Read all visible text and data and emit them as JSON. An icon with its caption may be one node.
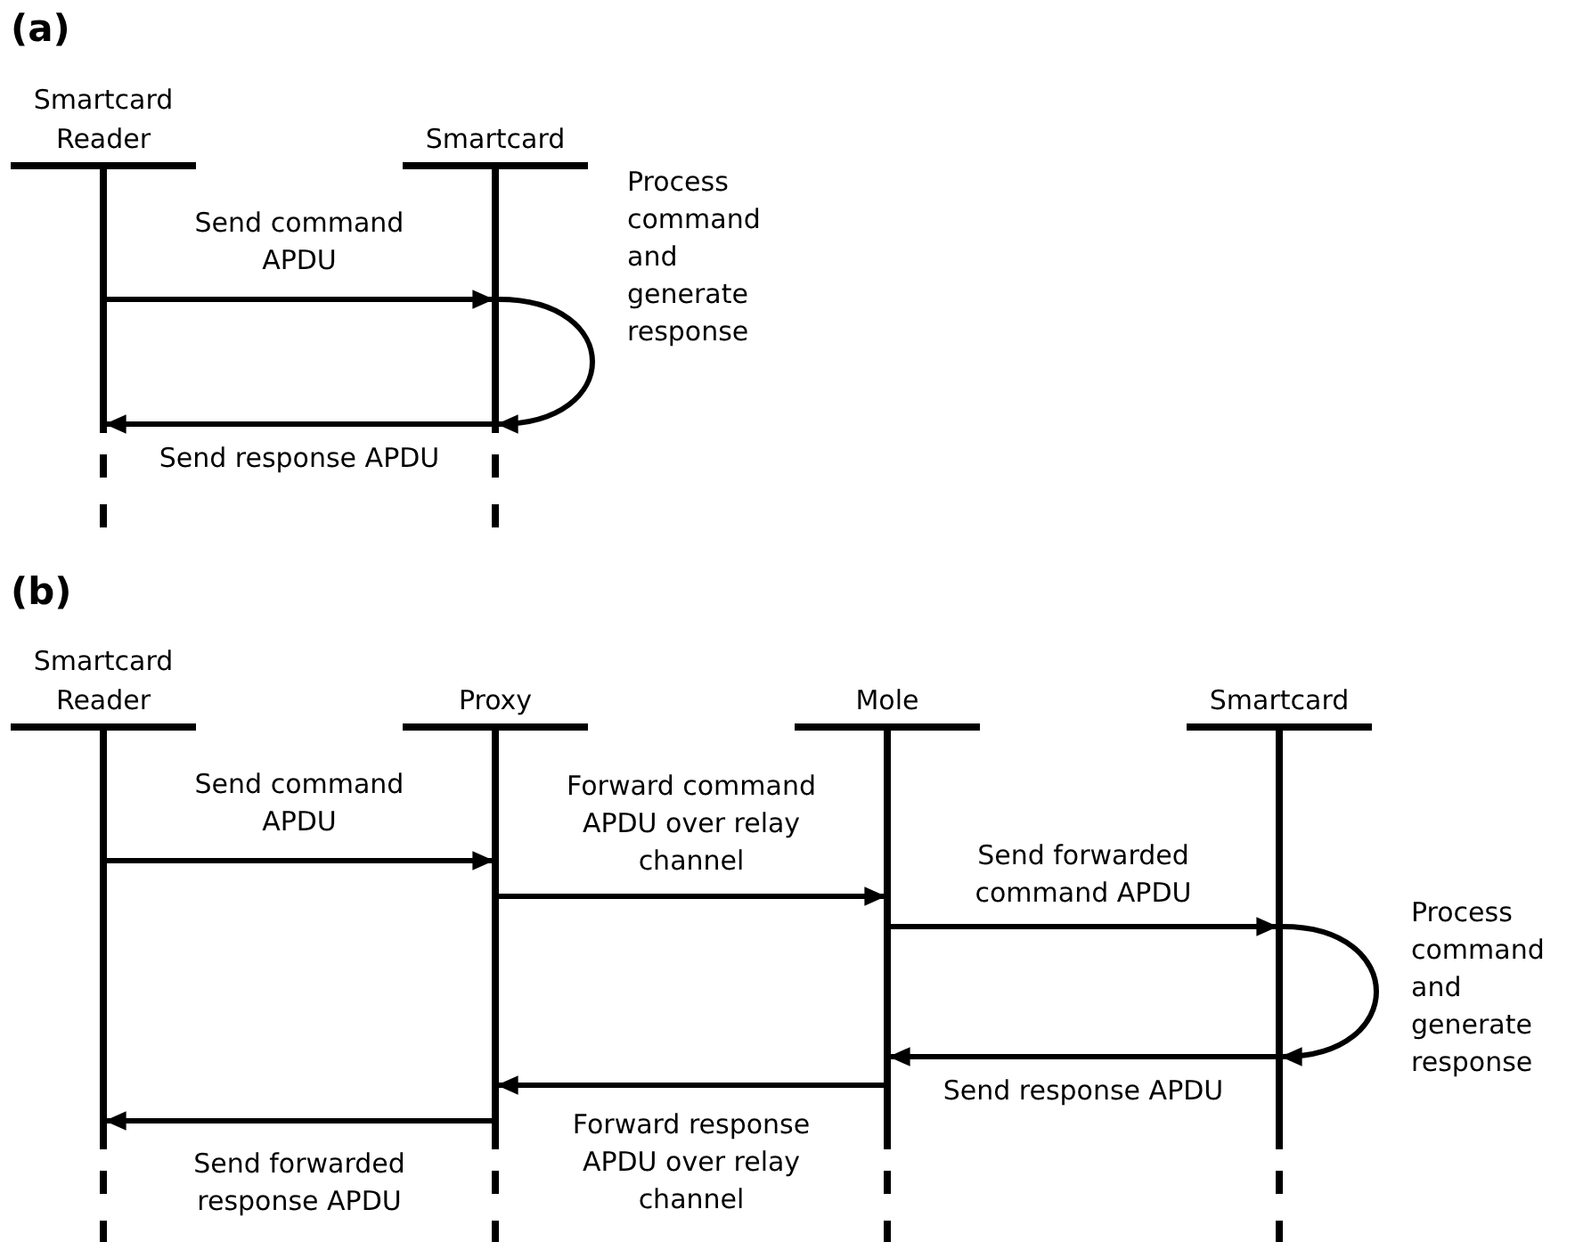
{
  "diagram": {
    "nodes": [
      {
        "text": [
          "Smartcard Reader"
        ]
      },
      {
        "text": [
          "Smartcard"
        ]
      },
      {
        "text": [
          "Smartcard Reader"
        ]
      },
      {
        "text": [
          "Proxy"
        ]
      },
      {
        "text": [
          "Mole"
        ]
      },
      {
        "text": [
          "Smartcard"
        ]
      }
    ],
    "edges": [
      {
        "from": 0,
        "to": 1,
        "arrow": "to",
        "label": "Send command APDU"
      },
      {
        "from": 1,
        "to": 1,
        "arrow": "to",
        "label": "Process command and generate response"
      },
      {
        "from": 1,
        "to": 0,
        "arrow": "to",
        "label": "Send response APDU"
      },
      {
        "from": 2,
        "to": 3,
        "arrow": "to",
        "label": "Send command APDU"
      },
      {
        "from": 3,
        "to": 4,
        "arrow": "to",
        "label": "Forward command APDU over relay channel"
      },
      {
        "from": 4,
        "to": 5,
        "arrow": "to",
        "label": "Send forwarded command APDU"
      },
      {
        "from": 5,
        "to": 5,
        "arrow": "to",
        "label": "Process command and generate response"
      },
      {
        "from": 5,
        "to": 4,
        "arrow": "to",
        "label": "Send response APDU"
      },
      {
        "from": 4,
        "to": 3,
        "arrow": "to",
        "label": "Forward response APDU over relay channel"
      },
      {
        "from": 3,
        "to": 2,
        "arrow": "to",
        "label": "Send forwarded response APDU"
      }
    ],
    "labels": [
      "(a)",
      "(b)"
    ]
  }
}
